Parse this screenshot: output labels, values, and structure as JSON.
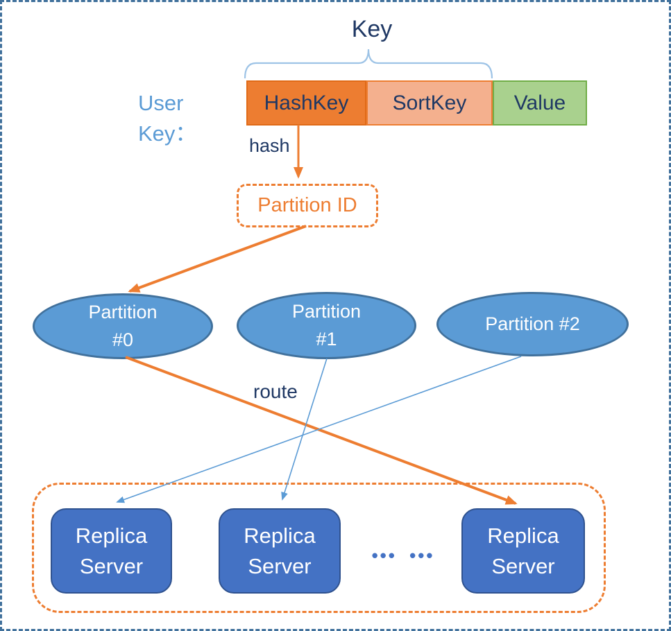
{
  "header": {
    "key_label": "Key",
    "user_key_label": "User Key："
  },
  "key_fields": [
    {
      "label": "HashKey"
    },
    {
      "label": "SortKey"
    },
    {
      "label": "Value"
    }
  ],
  "hash_label": "hash",
  "partition_id_label": "Partition ID",
  "route_label": "route",
  "partitions": [
    {
      "label": "Partition\n#0"
    },
    {
      "label": "Partition\n#1"
    },
    {
      "label": "Partition #2"
    }
  ],
  "replica_group": {
    "servers": [
      {
        "label": "Replica\nServer"
      },
      {
        "label": "Replica\nServer"
      },
      {
        "label": "Replica\nServer"
      }
    ],
    "ellipsis_label": "••• •••"
  },
  "colors": {
    "navy_text": "#1F3864",
    "orange_accent": "#ED7D31",
    "light_blue_text": "#5B9BD5",
    "partition_fill": "#5B9BD5",
    "partition_border": "#41719C",
    "replica_fill": "#4472C4",
    "replica_border": "#2F528F",
    "hashkey_fill": "#ED7D31",
    "sortkey_fill": "#F4B08E",
    "value_fill": "#A9D18E",
    "value_border": "#70AD47",
    "brace_blue": "#9DC3E6",
    "outer_border": "#41719C"
  }
}
